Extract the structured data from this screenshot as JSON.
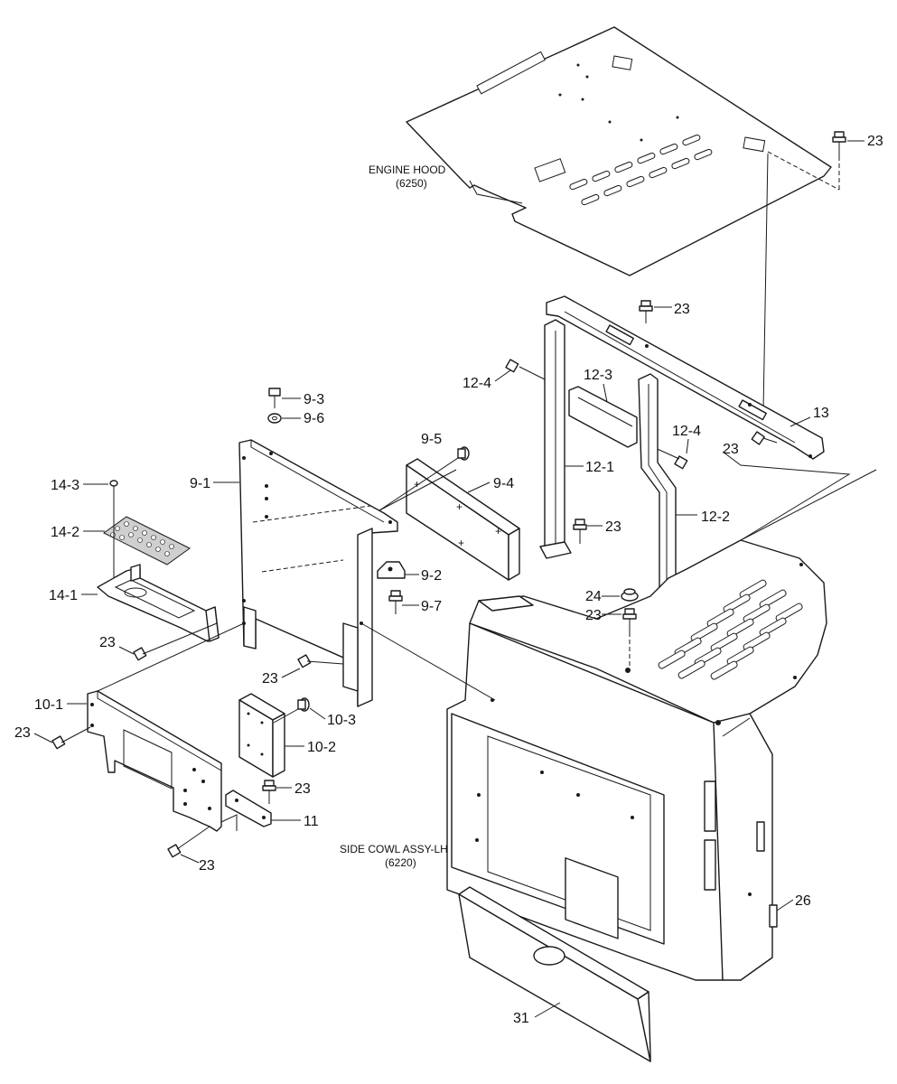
{
  "labels": {
    "engine_hood": "ENGINE HOOD",
    "engine_hood_ref": "(6250)",
    "side_cowl": "SIDE COWL ASSY-LH",
    "side_cowl_ref": "(6220)"
  },
  "callouts": {
    "c23": "23",
    "c24": "24",
    "c26": "26",
    "c31": "31",
    "c13": "13",
    "c11": "11",
    "c9_1": "9-1",
    "c9_2": "9-2",
    "c9_3": "9-3",
    "c9_4": "9-4",
    "c9_5": "9-5",
    "c9_6": "9-6",
    "c9_7": "9-7",
    "c10_1": "10-1",
    "c10_2": "10-2",
    "c10_3": "10-3",
    "c12_1": "12-1",
    "c12_2": "12-2",
    "c12_3": "12-3",
    "c12_4": "12-4",
    "c14_1": "14-1",
    "c14_2": "14-2",
    "c14_3": "14-3"
  }
}
